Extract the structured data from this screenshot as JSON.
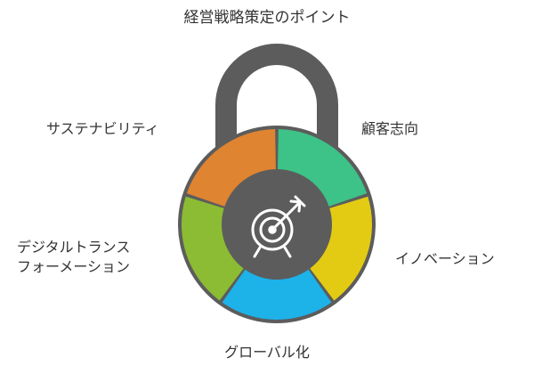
{
  "title": "経営戦略策定のポイント",
  "segments": [
    {
      "label": "顧客志向",
      "color": "#3dc287"
    },
    {
      "label": "イノベーション",
      "color": "#e4cb13"
    },
    {
      "label": "グローバル化",
      "color": "#1db2e8"
    },
    {
      "label_lines": [
        "デジタルトランス",
        "フォーメーション"
      ],
      "color": "#8cbc33"
    },
    {
      "label": "サステナビリティ",
      "color": "#df8431"
    }
  ],
  "lock": {
    "body_color": "#5c5c5c",
    "center_icon": "target-arrow-icon"
  }
}
